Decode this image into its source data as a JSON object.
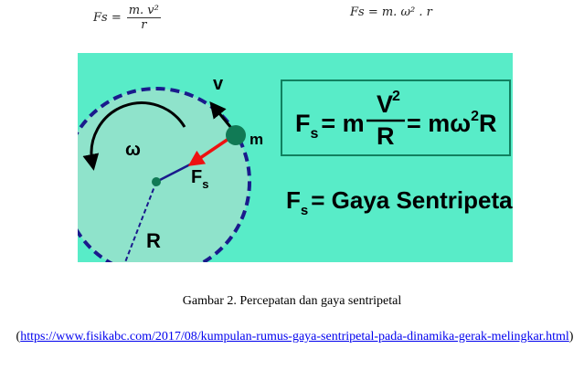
{
  "formulas": {
    "f1": {
      "lhs": "Fs =",
      "num": "m. v²",
      "den": "r"
    },
    "f2": "Fs =  m. ω² . r"
  },
  "figure": {
    "label_v": "v",
    "label_m": "m",
    "label_omega": "ω",
    "label_fs": "F",
    "label_fs_sub": "s",
    "label_r": "R",
    "box_formula": {
      "f": "F",
      "sub": "s",
      "eq1": "= m",
      "num": "V",
      "num_sup": "2",
      "den": "R",
      "eq2": "= mω",
      "sup2": "2",
      "tail": "R"
    },
    "definition": {
      "f": "F",
      "sub": "s",
      "text": "= Gaya Sentripetal"
    },
    "colors": {
      "bg": "#58ecc8",
      "disk": "#8fe3cb",
      "dash": "#1a1a8c",
      "force": "#ee1111",
      "mass": "#117a55"
    }
  },
  "caption": "Gambar 2. Percepatan dan gaya sentripetal",
  "source": {
    "open": "(",
    "link": "https://www.fisikabc.com/2017/08/kumpulan-rumus-gaya-sentripetal-pada-dinamika-gerak-melingkar.html",
    "close": ")"
  }
}
